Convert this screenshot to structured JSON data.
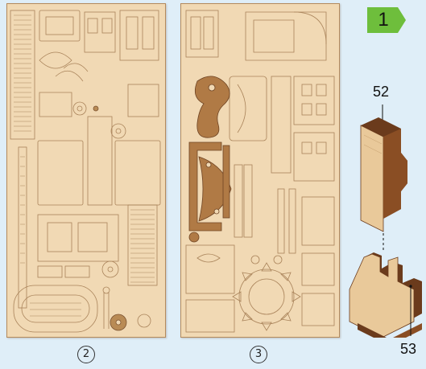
{
  "sheets": [
    {
      "number": "2"
    },
    {
      "number": "3"
    }
  ],
  "step": {
    "number": "1",
    "color": "#6ebe3c"
  },
  "parts": [
    {
      "label": "52"
    },
    {
      "label": "53"
    }
  ],
  "colors": {
    "background": "#dfeef8",
    "plywood": "#f1d9b4",
    "cut_line": "#a9835a",
    "engraved": "#9a6a3e",
    "wood_edge": "#6b3b1c"
  }
}
